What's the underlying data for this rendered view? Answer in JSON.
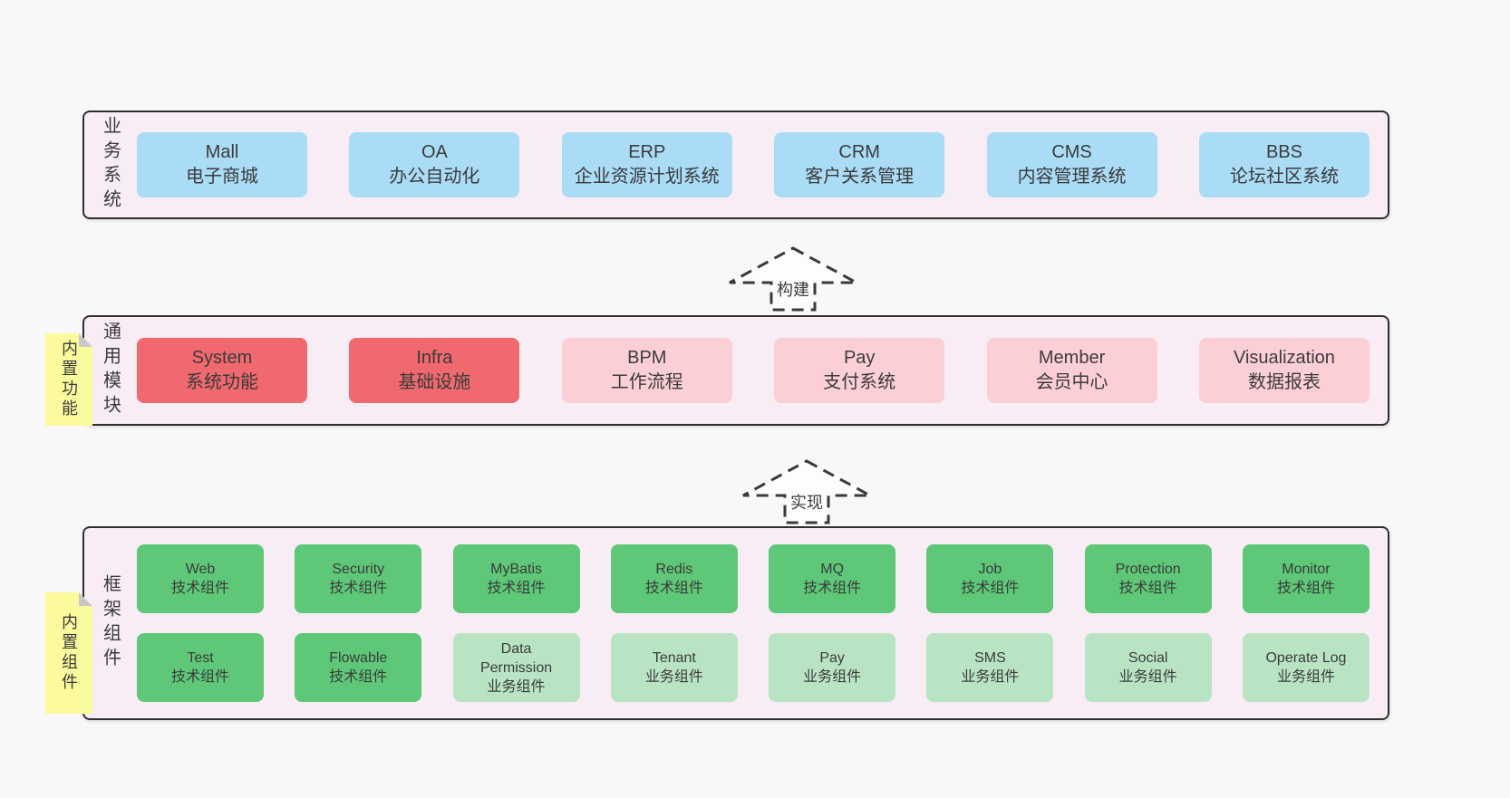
{
  "palette": {
    "page_bg": "#f8f8f8",
    "panel_bg": "#f8edf4",
    "panel_border": "#2f2f2f",
    "blue_box": "#aadcf6",
    "red_box": "#ef696e",
    "pink_box": "#fccfd6",
    "green_box": "#5ec878",
    "green_light_box": "#b9e4c4",
    "note_yellow": "#fbfa9d",
    "note_fold_gray": "#c8c8c8",
    "text": "#3b3b3b"
  },
  "arrows": [
    {
      "label": "构建"
    },
    {
      "label": "实现"
    }
  ],
  "sections": {
    "business": {
      "label": "业务系统",
      "boxes": [
        {
          "name": "Mall",
          "desc": "电子商城",
          "variant": "blue"
        },
        {
          "name": "OA",
          "desc": "办公自动化",
          "variant": "blue"
        },
        {
          "name": "ERP",
          "desc": "企业资源计划系统",
          "variant": "blue"
        },
        {
          "name": "CRM",
          "desc": "客户关系管理",
          "variant": "blue"
        },
        {
          "name": "CMS",
          "desc": "内容管理系统",
          "variant": "blue"
        },
        {
          "name": "BBS",
          "desc": "论坛社区系统",
          "variant": "blue"
        }
      ]
    },
    "modules": {
      "label": "通用模块",
      "note": "内置功能",
      "boxes": [
        {
          "name": "System",
          "desc": "系统功能",
          "variant": "red"
        },
        {
          "name": "Infra",
          "desc": "基础设施",
          "variant": "red"
        },
        {
          "name": "BPM",
          "desc": "工作流程",
          "variant": "pink"
        },
        {
          "name": "Pay",
          "desc": "支付系统",
          "variant": "pink"
        },
        {
          "name": "Member",
          "desc": "会员中心",
          "variant": "pink"
        },
        {
          "name": "Visualization",
          "desc": "数据报表",
          "variant": "pink"
        }
      ]
    },
    "components": {
      "label": "框架组件",
      "note": "内置组件",
      "row1": [
        {
          "name": "Web",
          "desc": "技术组件",
          "variant": "green"
        },
        {
          "name": "Security",
          "desc": "技术组件",
          "variant": "green"
        },
        {
          "name": "MyBatis",
          "desc": "技术组件",
          "variant": "green"
        },
        {
          "name": "Redis",
          "desc": "技术组件",
          "variant": "green"
        },
        {
          "name": "MQ",
          "desc": "技术组件",
          "variant": "green"
        },
        {
          "name": "Job",
          "desc": "技术组件",
          "variant": "green"
        },
        {
          "name": "Protection",
          "desc": "技术组件",
          "variant": "green"
        },
        {
          "name": "Monitor",
          "desc": "技术组件",
          "variant": "green"
        }
      ],
      "row2": [
        {
          "name": "Test",
          "desc": "技术组件",
          "variant": "green"
        },
        {
          "name": "Flowable",
          "desc": "技术组件",
          "variant": "green"
        },
        {
          "name": "Data Permission",
          "desc": "业务组件",
          "variant": "green-light"
        },
        {
          "name": "Tenant",
          "desc": "业务组件",
          "variant": "green-light"
        },
        {
          "name": "Pay",
          "desc": "业务组件",
          "variant": "green-light"
        },
        {
          "name": "SMS",
          "desc": "业务组件",
          "variant": "green-light"
        },
        {
          "name": "Social",
          "desc": "业务组件",
          "variant": "green-light"
        },
        {
          "name": "Operate Log",
          "desc": "业务组件",
          "variant": "green-light"
        }
      ]
    }
  }
}
